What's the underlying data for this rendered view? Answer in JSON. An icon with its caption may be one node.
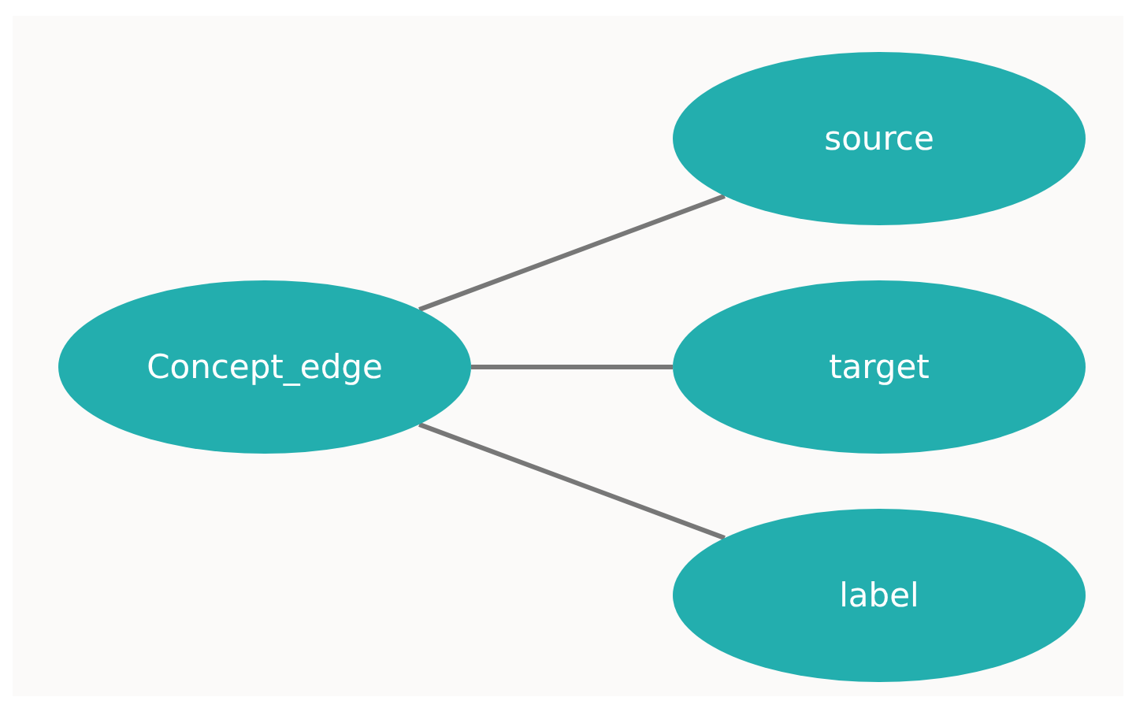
{
  "diagram": {
    "nodes": [
      {
        "text": [
          "Concept_edge"
        ]
      },
      {
        "text": [
          "source"
        ]
      },
      {
        "text": [
          "target"
        ]
      },
      {
        "text": [
          "label"
        ]
      }
    ],
    "edges": [
      {
        "from": 0,
        "to": 1,
        "arrow": "none"
      },
      {
        "from": 0,
        "to": 2,
        "arrow": "none"
      },
      {
        "from": 0,
        "to": 3,
        "arrow": "none"
      }
    ]
  }
}
